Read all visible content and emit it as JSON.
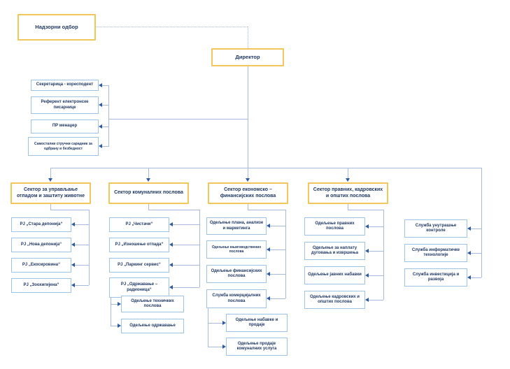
{
  "colors": {
    "gold_border": "#f1c75b",
    "blue_border": "#9dc3e6",
    "text": "#1f3864",
    "line": "#a7b9dd",
    "arrow": "#2e5b9f"
  },
  "org": {
    "board": "Надзорни одбор",
    "director": "Директор",
    "staff": [
      "Секретарица - коресподент",
      "Референт електронске писарнице",
      "ПР менаџер",
      "Самостални стручни сарадник за одбрану и безбедност"
    ],
    "sectors": [
      {
        "name": "Сектор за управљање отпадом и заштиту животне",
        "units": [
          "РЈ „Стара депонија“",
          "РЈ „Нова депонија“",
          "РЈ „Екосировина“",
          "РЈ „Зоохигијена“"
        ]
      },
      {
        "name": "Сектор комуналних послова",
        "units": [
          "РЈ „Чистачи“",
          "РЈ „Изношење отпада“",
          "РЈ „Паркинг сервис“",
          "РЈ „Одржавање – радионица“"
        ],
        "subunits": [
          "Одељење техничких послова",
          "Одељење одржавање"
        ]
      },
      {
        "name": "Сектор економско – финансијских послова",
        "units": [
          "Одељење плана, анализе и маркетинга",
          "Одељење књиговодствених послова",
          "Одељење финансијских послова",
          "Служба комерцијалних послова"
        ],
        "subunits": [
          "Одељење набавке и продаје",
          "Одељење продаје комуналних услуга"
        ]
      },
      {
        "name": "Сектор правних, кадровских и општих послова",
        "units": [
          "Одељење правних послова",
          "Одељење за наплату дуговања и извршења",
          "Одељење јавних набавки",
          "Одељење кадровских и општих послова"
        ]
      }
    ],
    "services": [
      "Служба унутрашње контроле",
      "Служба информатичке технологије",
      "Служба инвестиција и развоја"
    ]
  }
}
